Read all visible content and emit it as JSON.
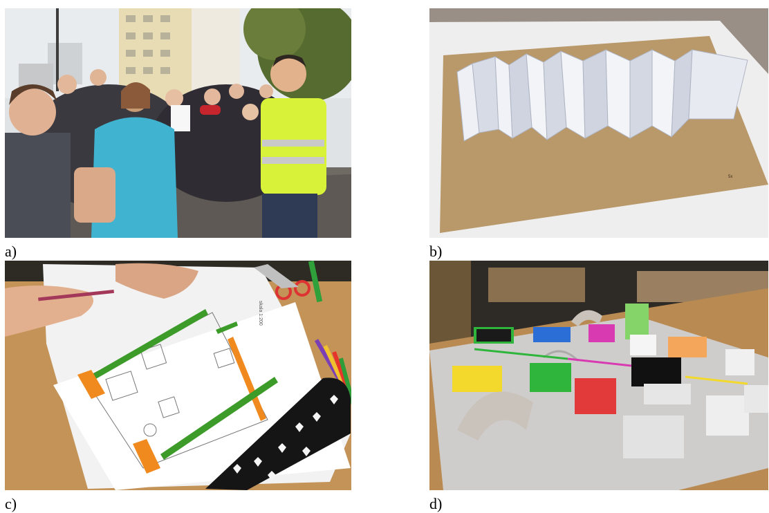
{
  "figure": {
    "panels": [
      {
        "caption": "a)"
      },
      {
        "caption": "b)"
      },
      {
        "caption": "c)"
      },
      {
        "caption": "d)"
      }
    ],
    "panel_b": {
      "model_label": "5x"
    },
    "panel_c": {
      "scale_label": "skala 1:200"
    }
  },
  "colors": {
    "vest": "#d8f23a",
    "cardboard": "#b9986a",
    "desk": "#c79a5d",
    "plan_green": "#3d9b2a",
    "plan_orange": "#f08a1e",
    "box_yellow": "#f2d92b",
    "box_green": "#2fb53c",
    "box_red": "#e23a3a",
    "box_blue": "#2b6fd6",
    "box_magenta": "#d83ab2",
    "box_orange": "#f4a65a",
    "box_light_green": "#84d46a"
  }
}
